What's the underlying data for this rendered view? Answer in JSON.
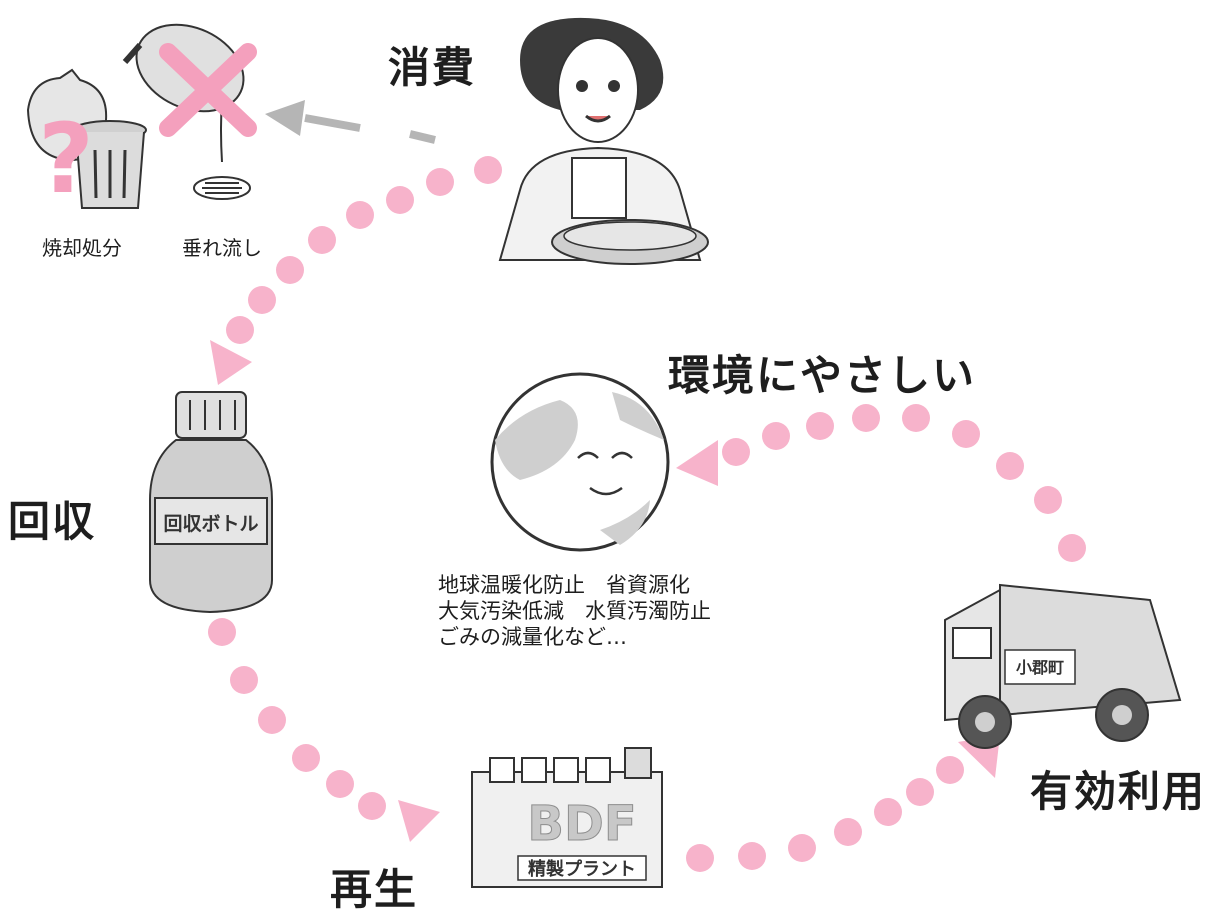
{
  "labels": {
    "consumption": "消費",
    "collection": "回収",
    "regeneration": "再生",
    "effective_use": "有効利用",
    "eco_friendly": "環境にやさしい",
    "incineration": "焼却処分",
    "pour_down_drain": "垂れ流し",
    "bottle_label": "回収ボトル",
    "plant_big": "BDF",
    "plant_small": "精製プラント",
    "truck_label": "小郡町",
    "question_mark": "?"
  },
  "benefits": [
    "地球温暖化防止　省資源化",
    "大気汚染低減　水質汚濁防止",
    "ごみの減量化など…"
  ],
  "colors": {
    "dot_pink": "#f7b3cb",
    "cross_pink": "#f4a0bd",
    "arrow_gray": "#b5b5b5",
    "outline": "#333333",
    "fill_gray": "#cfcfcf"
  },
  "graph": {
    "nodes": [
      "consumption",
      "collection",
      "regeneration",
      "effective_use",
      "eco_friendly",
      "disposal"
    ],
    "edges": [
      [
        "consumption",
        "collection"
      ],
      [
        "collection",
        "regeneration"
      ],
      [
        "regeneration",
        "effective_use"
      ],
      [
        "effective_use",
        "eco_friendly"
      ],
      [
        "consumption",
        "disposal"
      ]
    ]
  }
}
